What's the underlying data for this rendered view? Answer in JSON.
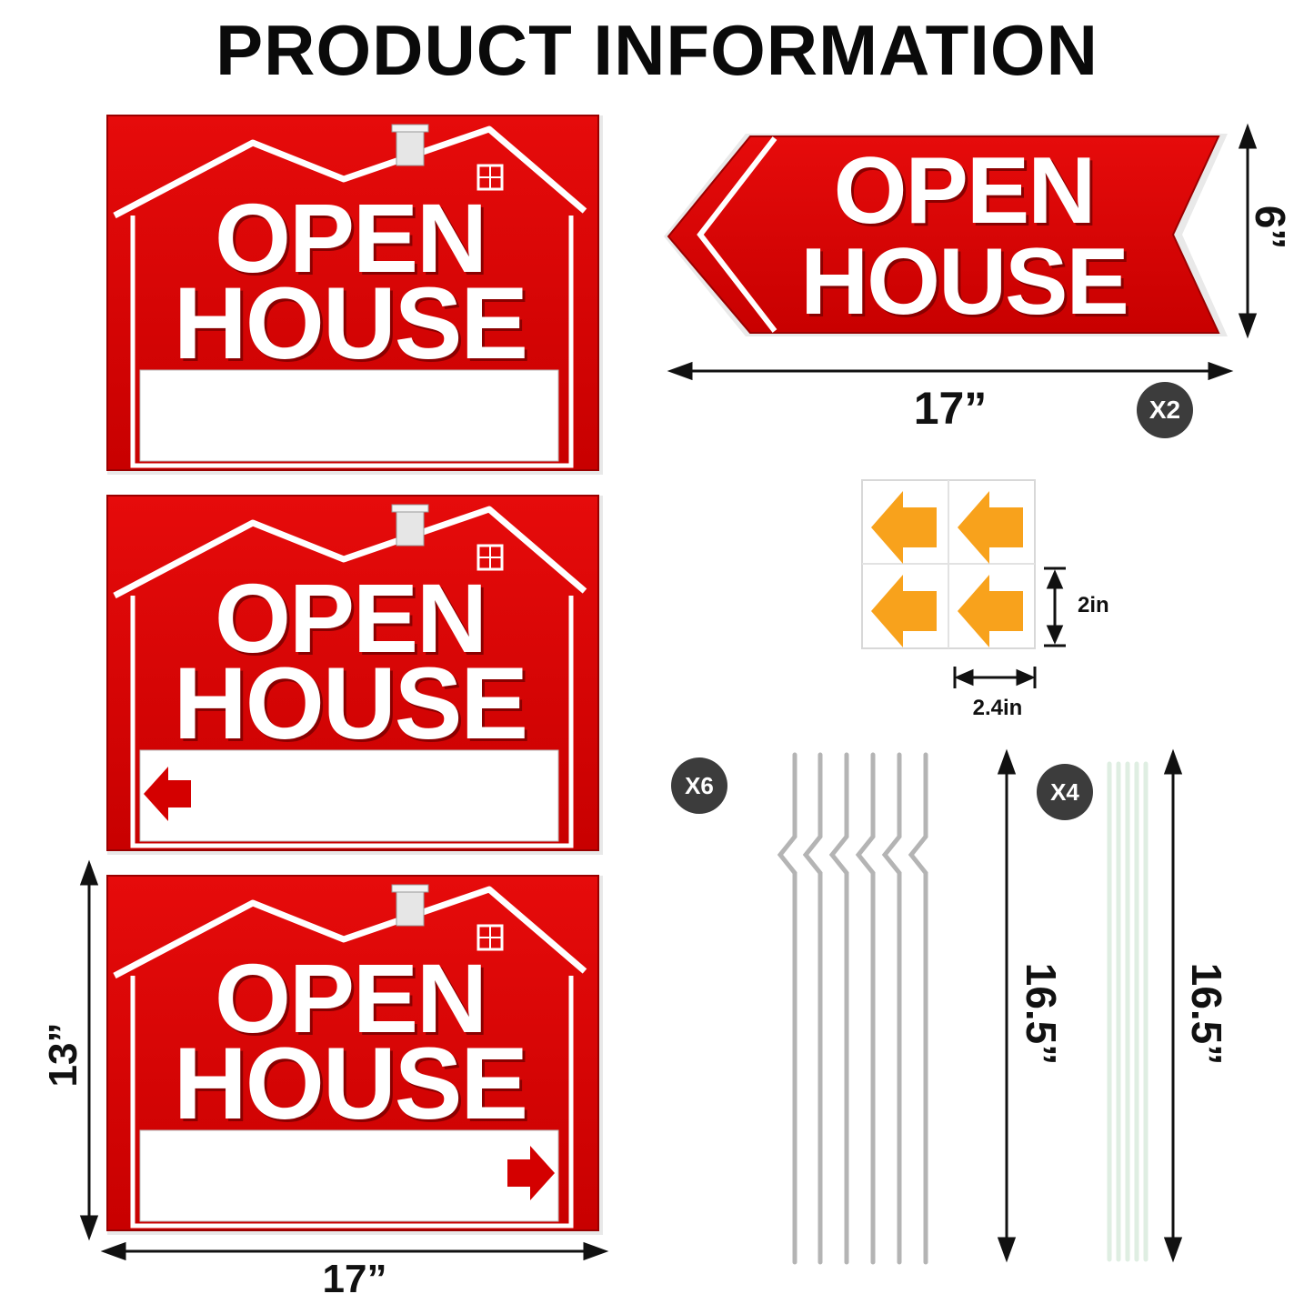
{
  "page": {
    "title": "PRODUCT INFORMATION"
  },
  "colors": {
    "sign_red": "#d40000",
    "sign_white": "#ffffff",
    "sticker_orange": "#f8a21c",
    "badge_gray": "#3c3c3c"
  },
  "signs": [
    {
      "line1": "OPEN",
      "line2": "HOUSE",
      "arrow": "none"
    },
    {
      "line1": "OPEN",
      "line2": "HOUSE",
      "arrow": "left-arrow-icon"
    },
    {
      "line1": "OPEN",
      "line2": "HOUSE",
      "arrow": "right-arrow-icon"
    }
  ],
  "sign_dimensions": {
    "height": "13”",
    "width": "17”"
  },
  "arrow_sign": {
    "line1": "OPEN",
    "line2": "HOUSE",
    "height": "6”",
    "width": "17”",
    "quantity": "X2"
  },
  "stickers": {
    "height": "2in",
    "width": "2.4in",
    "icon": "orange-arrow-sticker-icon"
  },
  "stakes_zigzag": {
    "quantity": "X6",
    "length": "16.5”"
  },
  "stakes_straight": {
    "quantity": "X4",
    "length": "16.5”"
  }
}
